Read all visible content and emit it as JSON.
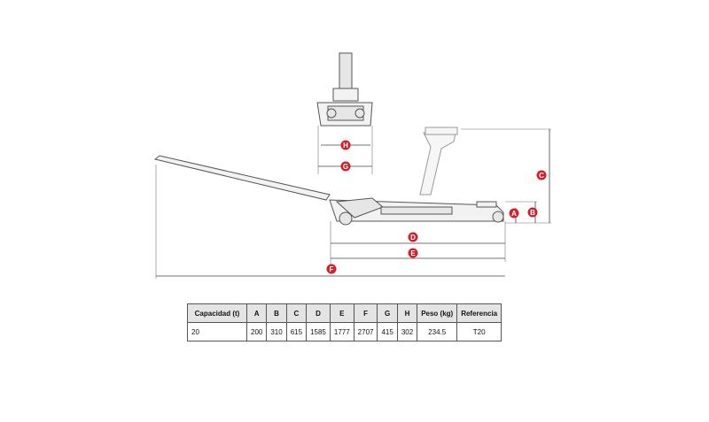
{
  "labels": {
    "A": "A",
    "B": "B",
    "C": "C",
    "D": "D",
    "E": "E",
    "F": "F",
    "G": "G",
    "H": "H"
  },
  "colors": {
    "marker": "#d21f2b",
    "line": "#555555",
    "table_header_bg": "#e4e4e4"
  },
  "table": {
    "headers": [
      "Capacidad (t)",
      "A",
      "B",
      "C",
      "D",
      "E",
      "F",
      "G",
      "H",
      "Peso (kg)",
      "Referencia"
    ],
    "row": [
      "20",
      "200",
      "310",
      "615",
      "1585",
      "1777",
      "2707",
      "415",
      "302",
      "234.5",
      "T20"
    ]
  }
}
